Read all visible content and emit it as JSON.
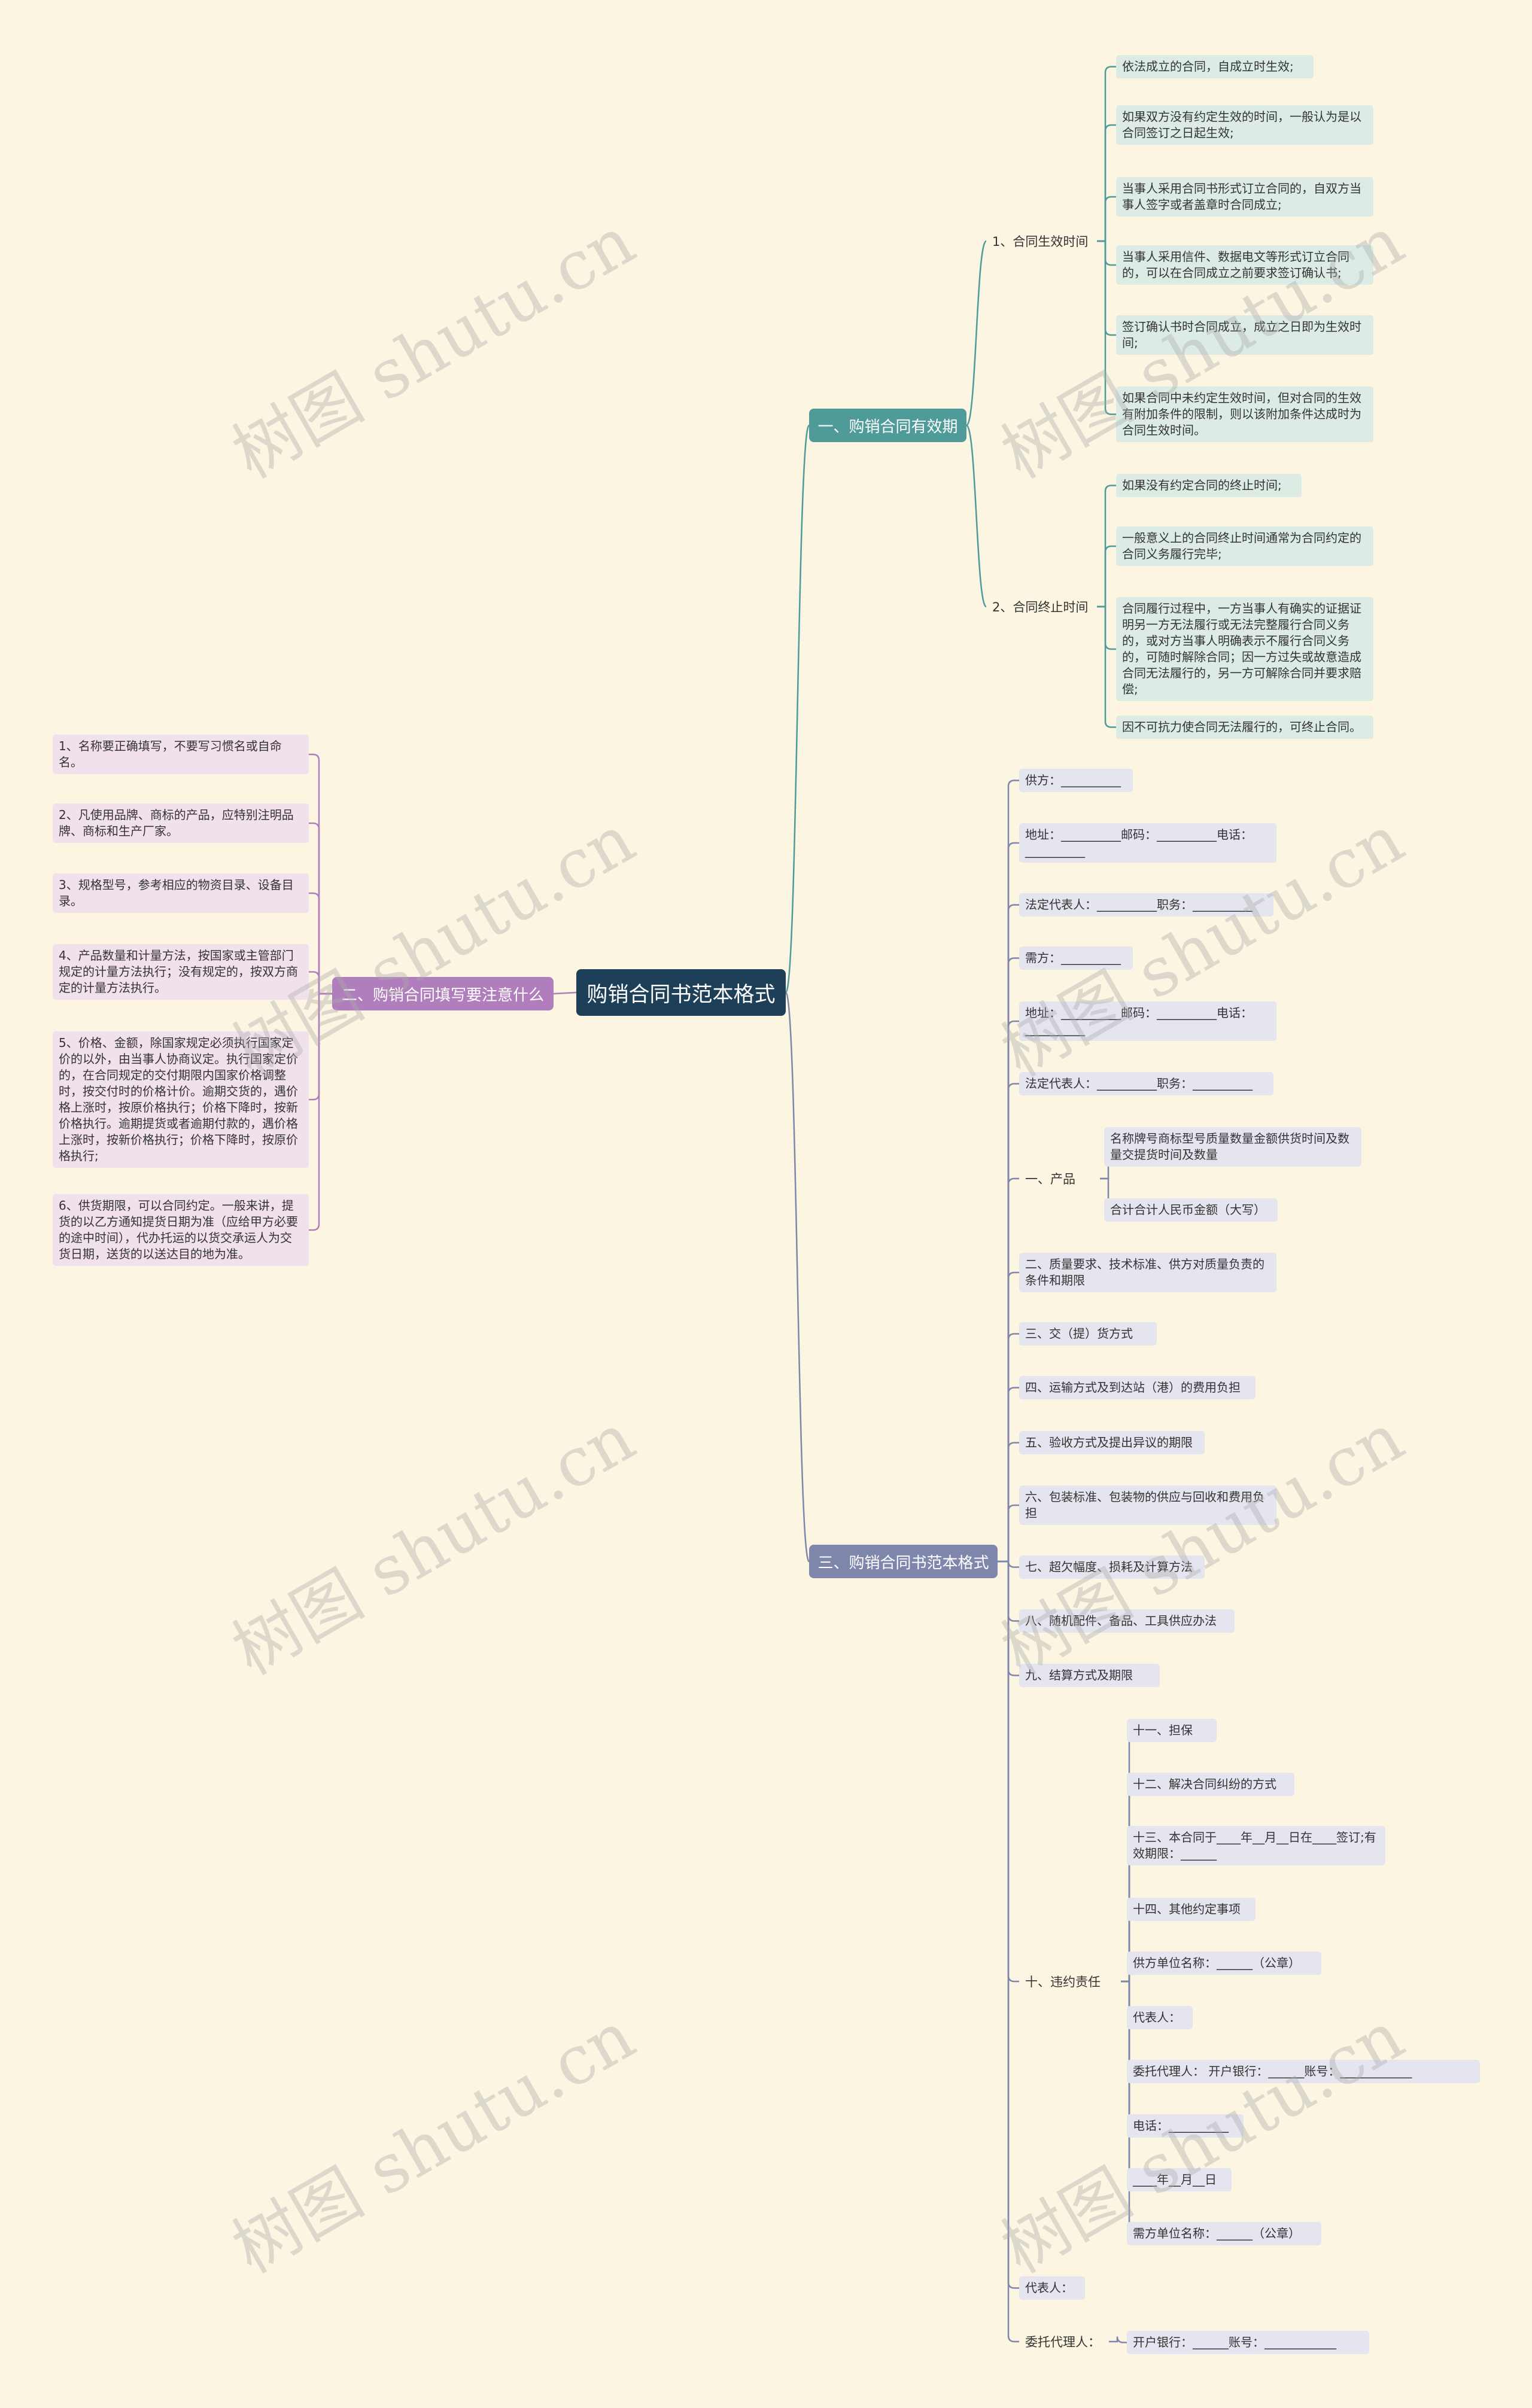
{
  "root": "购销合同书范本格式",
  "watermark": "树图 shutu.cn",
  "colors": {
    "background": "#fbf5e1",
    "root": "#1d3f57",
    "branch1": "#4e9b9a",
    "branch2": "#b07ebc",
    "branch3": "#7f86ac"
  },
  "branches": {
    "b1": {
      "label": "一、购销合同有效期",
      "s1": {
        "label": "1、合同生效时间",
        "items": [
          "依法成立的合同，自成立时生效;",
          "如果双方没有约定生效的时间，一般认为是以合同签订之日起生效;",
          "当事人采用合同书形式订立合同的，自双方当事人签字或者盖章时合同成立;",
          "当事人采用信件、数据电文等形式订立合同的，可以在合同成立之前要求签订确认书;",
          "签订确认书时合同成立，成立之日即为生效时间;",
          "如果合同中未约定生效时间，但对合同的生效有附加条件的限制，则以该附加条件达成时为合同生效时间。"
        ]
      },
      "s2": {
        "label": "2、合同终止时间",
        "items": [
          "如果没有约定合同的终止时间;",
          "一般意义上的合同终止时间通常为合同约定的合同义务履行完毕;",
          "合同履行过程中，一方当事人有确实的证据证明另一方无法履行或无法完整履行合同义务的，或对方当事人明确表示不履行合同义务的，可随时解除合同；因一方过失或故意造成合同无法履行的，另一方可解除合同并要求赔偿;",
          "因不可抗力使合同无法履行的，可终止合同。"
        ]
      }
    },
    "b2": {
      "label": "二、购销合同填写要注意什么",
      "items": [
        "1、名称要正确填写，不要写习惯名或自命名。",
        "2、凡使用品牌、商标的产品，应特别注明品牌、商标和生产厂家。",
        "3、规格型号，参考相应的物资目录、设备目录。",
        "4、产品数量和计量方法，按国家或主管部门规定的计量方法执行；没有规定的，按双方商定的计量方法执行。",
        "5、价格、金额，除国家规定必须执行国家定价的以外，由当事人协商议定。执行国家定价的，在合同规定的交付期限内国家价格调整时，按交付时的价格计价。逾期交货的，遇价格上涨时，按原价格执行；价格下降时，按新价格执行。逾期提货或者逾期付款的，遇价格上涨时，按新价格执行；价格下降时，按原价格执行;",
        "6、供货期限，可以合同约定。一般来讲，提货的以乙方通知提货日期为准（应给甲方必要的途中时间），代办托运的以货交承运人为交货日期，送货的以送达目的地为准。"
      ]
    },
    "b3": {
      "label": "三、购销合同书范本格式",
      "items": {
        "supplier": "供方：__________",
        "address1": "地址：__________邮码：__________电话：__________",
        "legal1": "法定代表人：__________职务：__________",
        "buyer": "需方：__________",
        "address2": "地址：__________邮码：__________电话：__________",
        "legal2": "法定代表人：__________职务：__________",
        "product": "一、产品",
        "product_c1": "名称牌号商标型号质量数量金额供货时间及数量交提货时间及数量",
        "product_c2": "合计合计人民币金额（大写）",
        "quality": "二、质量要求、技术标准、供方对质量负责的条件和期限",
        "delivery": "三、交（提）货方式",
        "transport": "四、运输方式及到达站（港）的费用负担",
        "inspection": "五、验收方式及提出异议的期限",
        "packaging": "六、包装标准、包装物的供应与回收和费用负担",
        "shortage": "七、超欠幅度、损耗及计算方法",
        "spares": "八、随机配件、备品、工具供应办法",
        "payment": "九、结算方式及期限",
        "liability": "十、违约责任",
        "liability_children": [
          "十一、担保",
          "十二、解决合同纠纷的方式",
          "十三、本合同于____年__月__日在____签订;有效期限：______",
          "十四、其他约定事项",
          "供方单位名称：______（公章）",
          "代表人：",
          "委托代理人：    开户银行：______账号：____________",
          "电话：__________",
          "____年__月__日",
          "需方单位名称：______（公章）"
        ],
        "rep": "代表人：",
        "agent": "委托代理人：",
        "agent_child": "开户银行：______账号：____________"
      }
    }
  }
}
